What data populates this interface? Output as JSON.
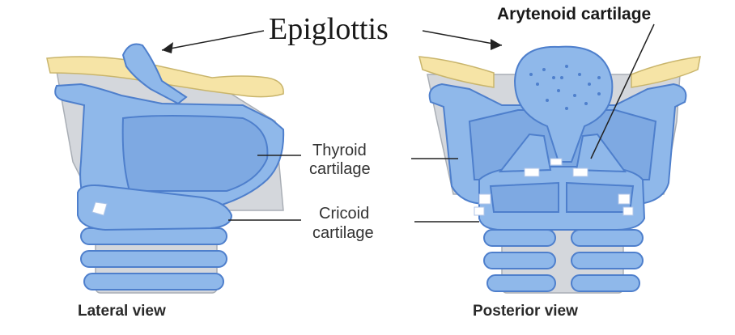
{
  "labels": {
    "epiglottis": "Epiglottis",
    "arytenoid": "Arytenoid cartilage",
    "thyroid_line1": "Thyroid",
    "thyroid_line2": "cartilage",
    "cricoid_line1": "Cricoid",
    "cricoid_line2": "cartilage",
    "lateral_view": "Lateral view",
    "posterior_view": "Posterior view"
  },
  "colors": {
    "cartilage": "#8fb8ea",
    "cartilage_outline": "#4e7fcc",
    "hyoid": "#f6e4a6",
    "trachea": "#d4d7dc"
  }
}
